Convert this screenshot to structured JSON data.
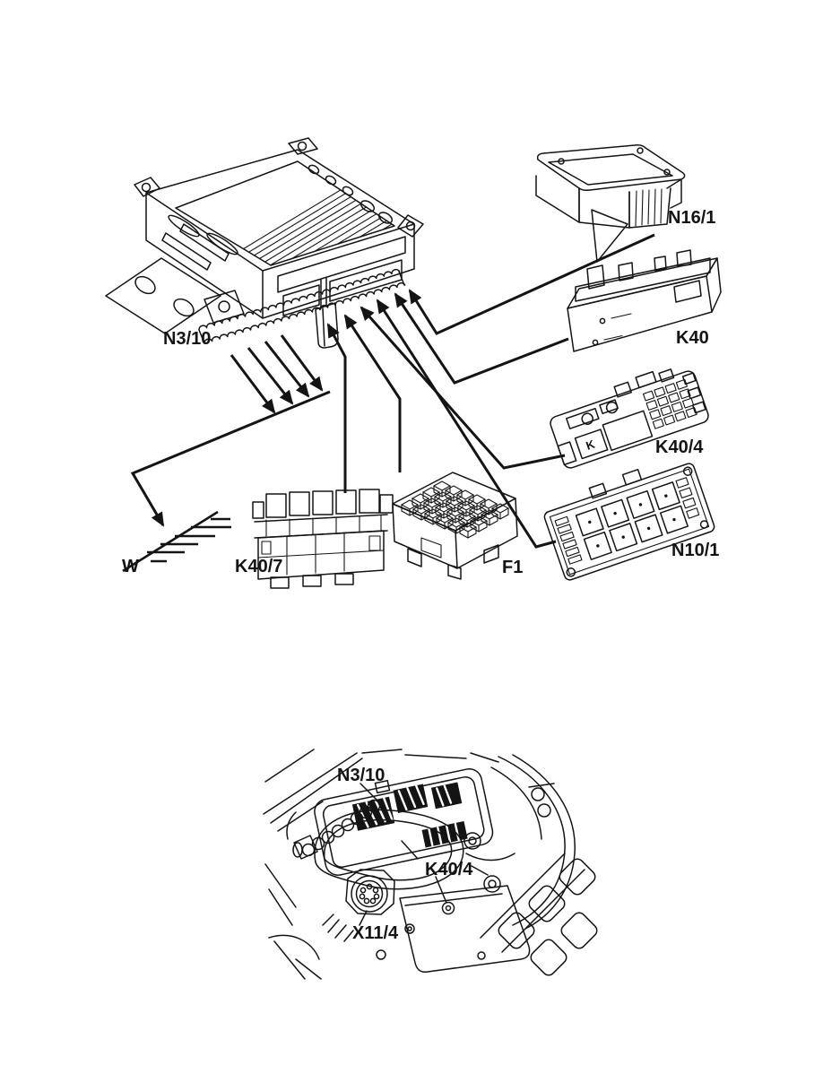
{
  "page": {
    "background": "#ffffff",
    "ink": "#141414",
    "figure_type": "component overview and location illustration"
  },
  "overview": {
    "components": [
      {
        "code": "N3/10"
      },
      {
        "code": "N16/1"
      },
      {
        "code": "K40"
      },
      {
        "code": "K40/4"
      },
      {
        "code": "N10/1"
      },
      {
        "code": "K40/7"
      },
      {
        "code": "F1"
      },
      {
        "code": "W"
      }
    ],
    "plate_marking": "K"
  },
  "location": {
    "callouts": [
      {
        "code": "N3/10"
      },
      {
        "code": "K40/4"
      },
      {
        "code": "X11/4"
      }
    ]
  }
}
